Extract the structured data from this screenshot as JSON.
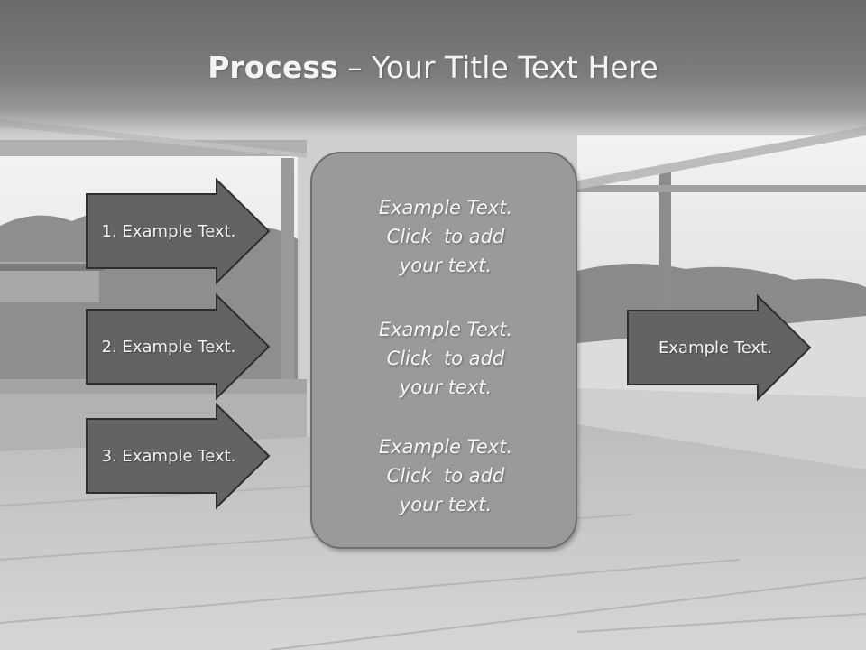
{
  "slide": {
    "title_bold": "Process",
    "title_rest": " – Your Title Text Here"
  },
  "colors": {
    "arrow_fill": "#636363",
    "arrow_border": "#2e2e2e",
    "center_fill": "#9a9a9a",
    "text": "#f4f4f4"
  },
  "left_arrows": [
    {
      "label": "1. Example Text."
    },
    {
      "label": "2. Example Text."
    },
    {
      "label": "3. Example Text."
    }
  ],
  "center_box": {
    "paragraphs": [
      {
        "lines": [
          "Example Text.",
          "Click  to add",
          "your text."
        ]
      },
      {
        "lines": [
          "Example Text.",
          "Click  to add",
          "your text."
        ]
      },
      {
        "lines": [
          "Example Text.",
          "Click  to add",
          "your text."
        ]
      }
    ]
  },
  "right_arrow": {
    "label": "Example Text."
  }
}
